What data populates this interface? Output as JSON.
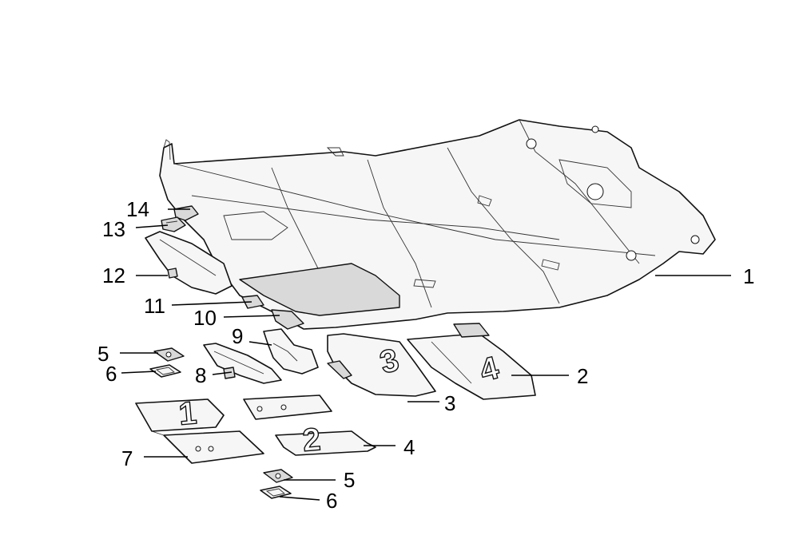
{
  "diagram": {
    "callouts": [
      {
        "id": "1",
        "label": "1"
      },
      {
        "id": "2",
        "label": "2"
      },
      {
        "id": "3",
        "label": "3"
      },
      {
        "id": "4",
        "label": "4"
      },
      {
        "id": "5a",
        "label": "5"
      },
      {
        "id": "5b",
        "label": "5"
      },
      {
        "id": "6a",
        "label": "6"
      },
      {
        "id": "6b",
        "label": "6"
      },
      {
        "id": "7",
        "label": "7"
      },
      {
        "id": "8",
        "label": "8"
      },
      {
        "id": "9",
        "label": "9"
      },
      {
        "id": "10",
        "label": "10"
      },
      {
        "id": "11",
        "label": "11"
      },
      {
        "id": "12",
        "label": "12"
      },
      {
        "id": "13",
        "label": "13"
      },
      {
        "id": "14",
        "label": "14"
      }
    ],
    "mat_markings": {
      "mat_1": "1",
      "mat_2": "2",
      "mat_3": "3",
      "mat_4": "4"
    }
  }
}
